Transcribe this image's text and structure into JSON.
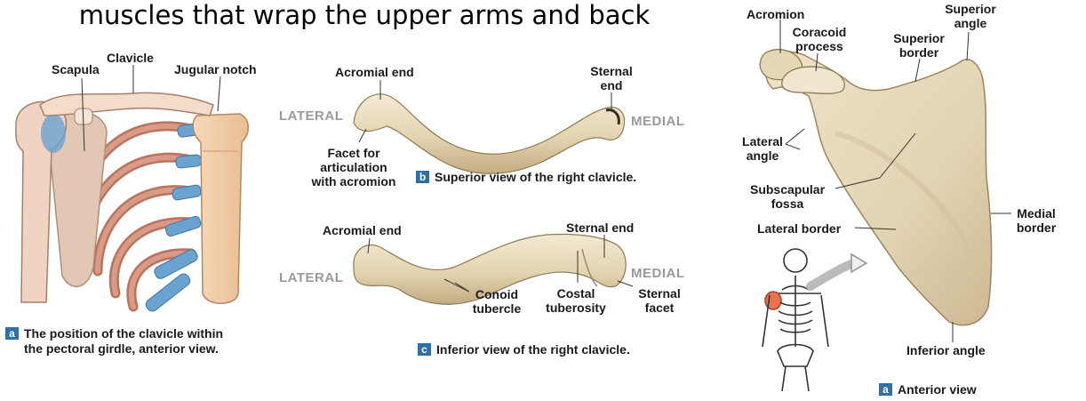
{
  "heading": "muscles that wrap the upper arms and back",
  "panel_a": {
    "labels": {
      "scapula": "Scapula",
      "clavicle": "Clavicle",
      "jugular_notch": "Jugular notch"
    },
    "caption_badge": "a",
    "caption_line1": "The position of the clavicle within",
    "caption_line2": "the pectoral girdle, anterior view."
  },
  "panel_b": {
    "labels": {
      "acromial_end": "Acromial end",
      "sternal_end_1": "Sternal",
      "sternal_end_2": "end",
      "lateral": "LATERAL",
      "medial": "MEDIAL",
      "facet_1": "Facet for",
      "facet_2": "articulation",
      "facet_3": "with acromion"
    },
    "caption_badge": "b",
    "caption": "Superior view of the right clavicle."
  },
  "panel_c": {
    "labels": {
      "acromial_end": "Acromial end",
      "sternal_end": "Sternal end",
      "lateral": "LATERAL",
      "medial": "MEDIAL",
      "conoid_1": "Conoid",
      "conoid_2": "tubercle",
      "costal_1": "Costal",
      "costal_2": "tuberosity",
      "sternal_facet_1": "Sternal",
      "sternal_facet_2": "facet"
    },
    "caption_badge": "c",
    "caption": "Inferior view of the right clavicle."
  },
  "panel_d": {
    "labels": {
      "acromion": "Acromion",
      "coracoid_1": "Coracoid",
      "coracoid_2": "process",
      "superior_border_1": "Superior",
      "superior_border_2": "border",
      "superior_angle_1": "Superior",
      "superior_angle_2": "angle",
      "lateral_angle_1": "Lateral",
      "lateral_angle_2": "angle",
      "subscapular_1": "Subscapular",
      "subscapular_2": "fossa",
      "lateral_border": "Lateral border",
      "medial_border_1": "Medial",
      "medial_border_2": "border",
      "inferior_angle": "Inferior angle"
    },
    "caption_badge": "a",
    "caption": "Anterior view"
  },
  "colors": {
    "bone": "#e8dcc0",
    "bone_shadow": "#b9a47c",
    "rib": "#c88a78",
    "cartilage": "#6aa3d0",
    "sternum": "#efc9a4",
    "badge": "#2f6fa3",
    "highlight": "#e8734f"
  }
}
